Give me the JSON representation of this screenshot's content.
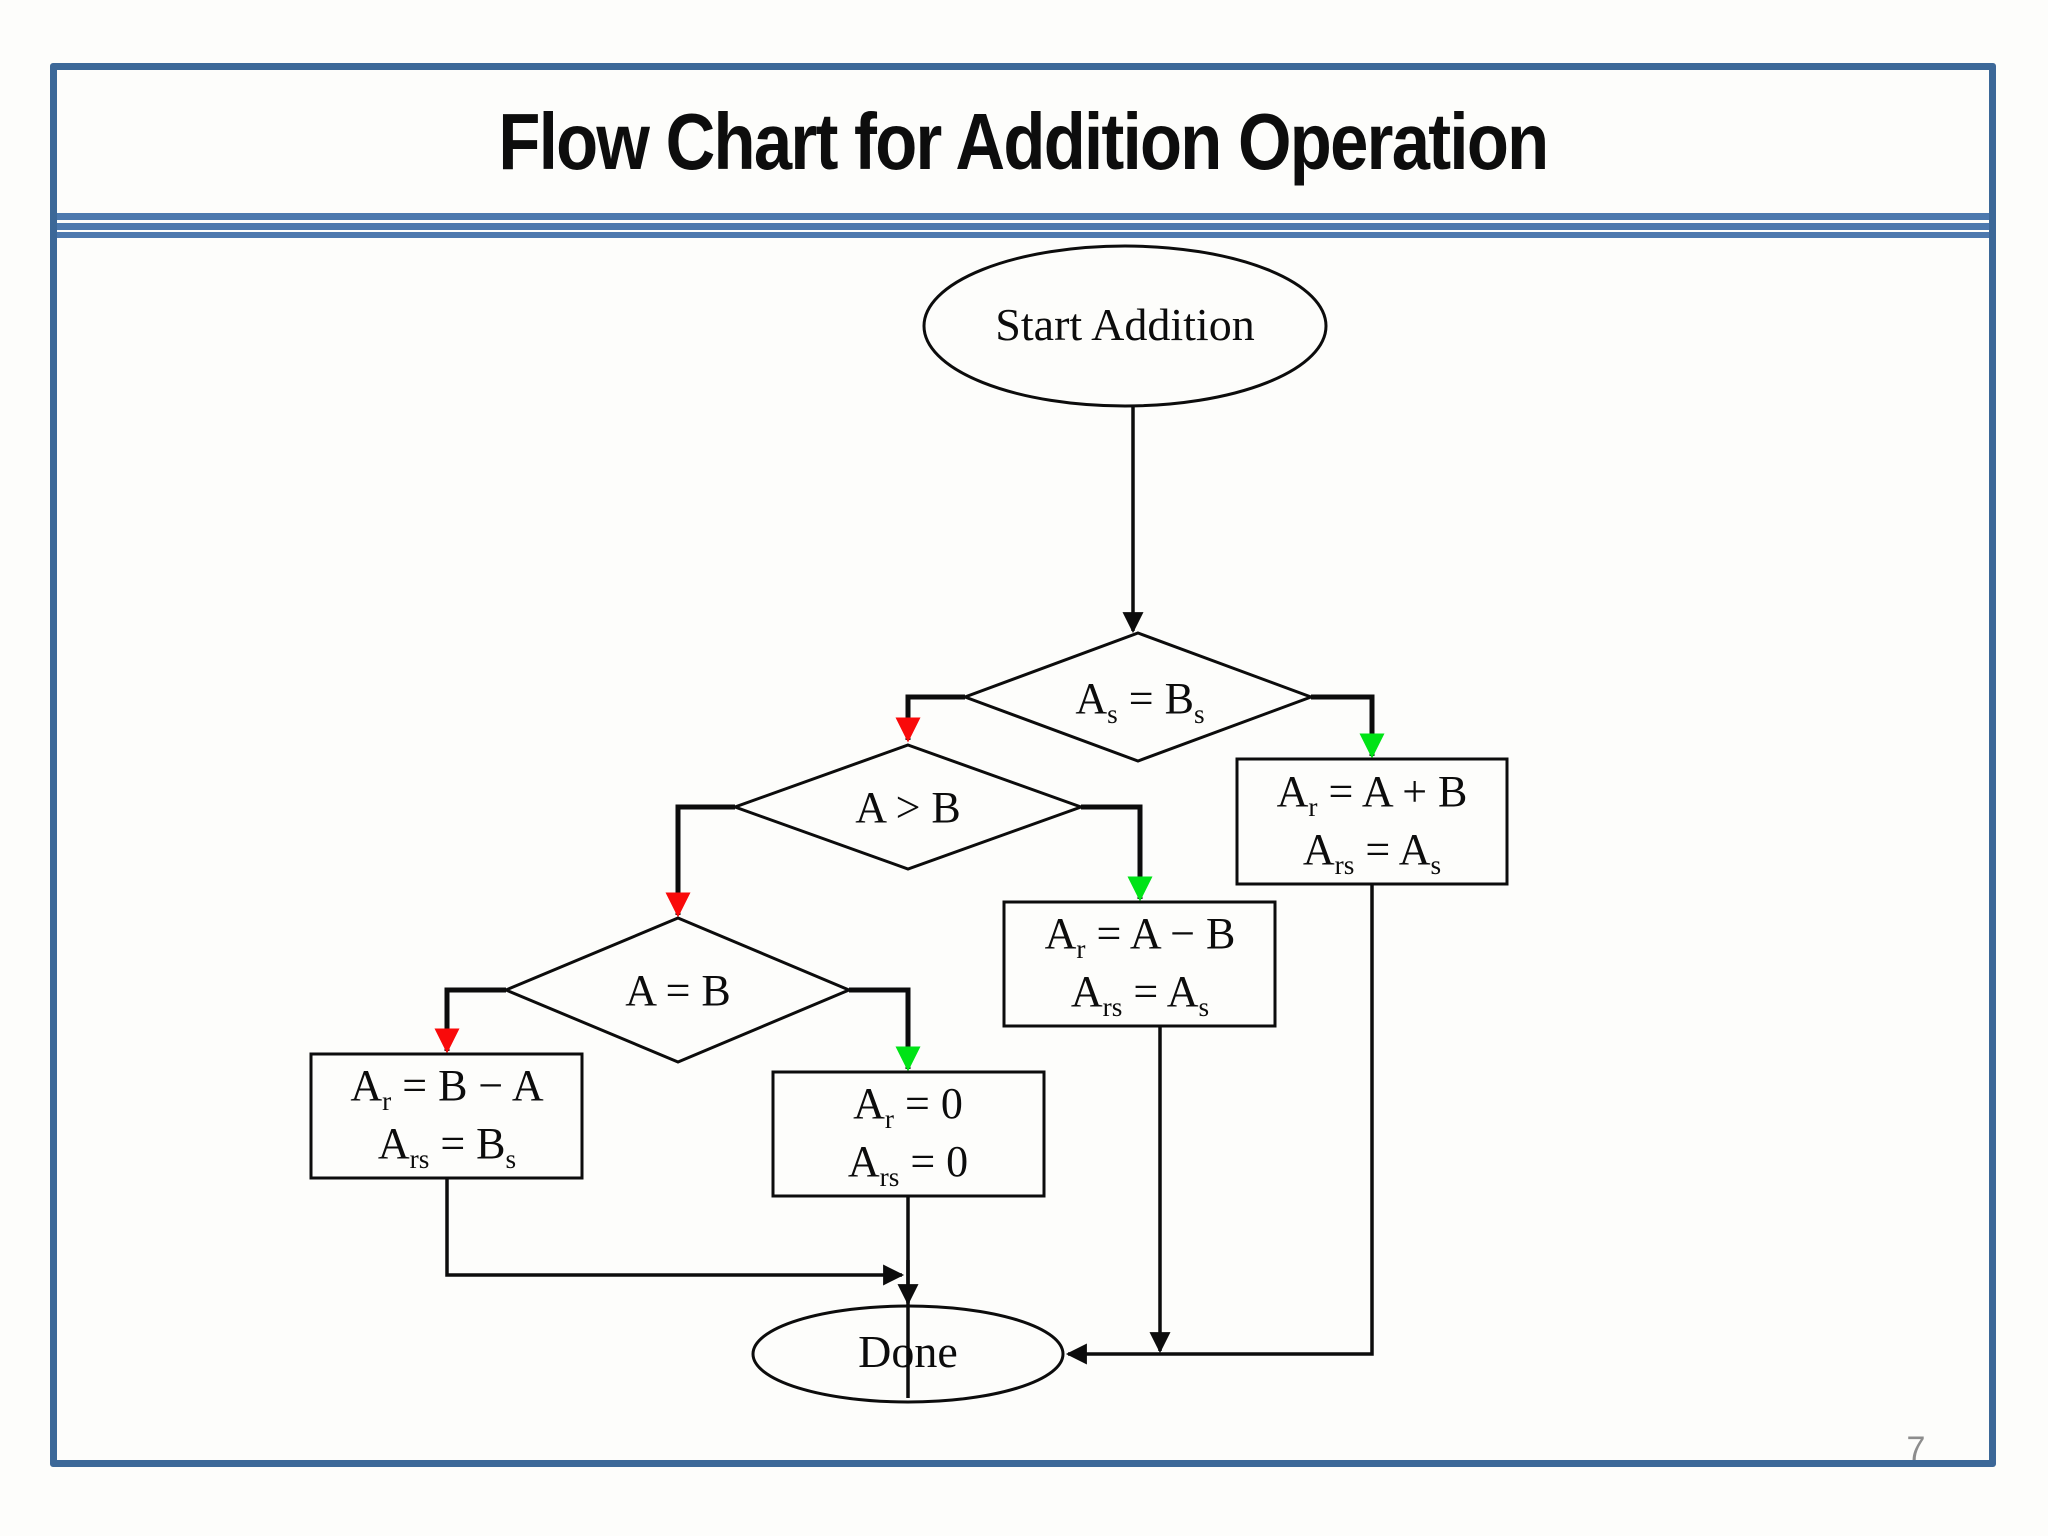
{
  "slide": {
    "title": "Flow Chart for Addition Operation",
    "page_number": "7"
  },
  "colors": {
    "frame_blue": "#3c6898",
    "separator_blue": "#4d79ae",
    "line_black": "#0c0c0c",
    "branch_true_green": "#00e316",
    "branch_false_red": "#f90a0a",
    "page_number_gray": "#8d8d8d"
  },
  "nodes": {
    "start": {
      "label": "Start Addition"
    },
    "decision_signs": {
      "pre": "A",
      "sub": "s",
      "mid": " = B",
      "sub2": "s"
    },
    "decision_greater": {
      "pre": "A > B"
    },
    "decision_equal": {
      "pre": "A = B"
    },
    "box_add": {
      "lines": [
        {
          "pre": "A",
          "sub": "r",
          "mid": " = A + B"
        },
        {
          "pre": "A",
          "sub": "rs",
          "mid": " = A",
          "sub2": "s"
        }
      ]
    },
    "box_sub_ab": {
      "lines": [
        {
          "pre": "A",
          "sub": "r",
          "mid": " = A − B"
        },
        {
          "pre": "A",
          "sub": "rs",
          "mid": " = A",
          "sub2": "s"
        }
      ]
    },
    "box_sub_ba": {
      "lines": [
        {
          "pre": "A",
          "sub": "r",
          "mid": " = B − A"
        },
        {
          "pre": "A",
          "sub": "rs",
          "mid": " = B",
          "sub2": "s"
        }
      ]
    },
    "box_zero": {
      "lines": [
        {
          "pre": "A",
          "sub": "r",
          "mid": " = 0"
        },
        {
          "pre": "A",
          "sub": "rs",
          "mid": " = 0"
        }
      ]
    },
    "done": {
      "label": "Done"
    }
  }
}
